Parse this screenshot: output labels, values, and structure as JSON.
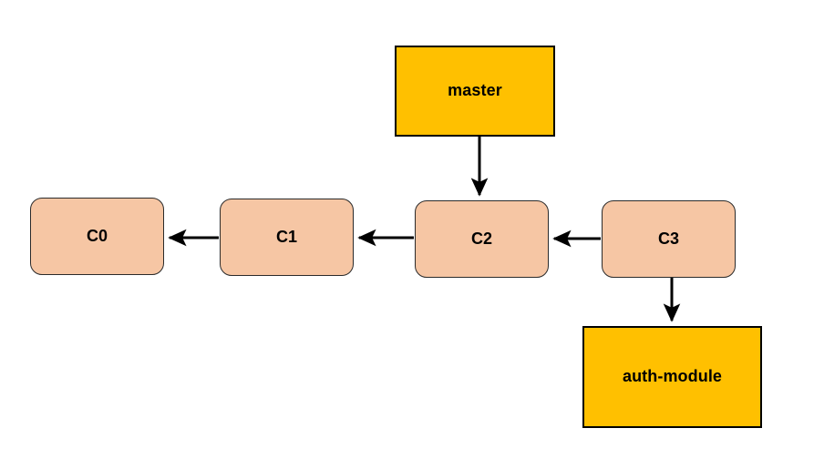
{
  "diagram": {
    "title": "git-branch-commit-graph",
    "background_color": "#ffffff",
    "colors": {
      "branch_fill": "#ffc000",
      "branch_stroke": "#000000",
      "commit_fill": "#f6c6a4",
      "commit_stroke": "#2b2b2b",
      "edge_stroke": "#000000"
    },
    "nodes": {
      "master": {
        "label": "master",
        "shape": "rectangle",
        "fill": "#ffc000"
      },
      "auth_module": {
        "label": "auth-module",
        "shape": "rectangle",
        "fill": "#ffc000"
      },
      "c0": {
        "label": "C0",
        "shape": "rounded-rectangle",
        "fill": "#f6c6a4"
      },
      "c1": {
        "label": "C1",
        "shape": "rounded-rectangle",
        "fill": "#f6c6a4"
      },
      "c2": {
        "label": "C2",
        "shape": "rounded-rectangle",
        "fill": "#f6c6a4"
      },
      "c3": {
        "label": "C3",
        "shape": "rounded-rectangle",
        "fill": "#f6c6a4"
      }
    },
    "edges": [
      {
        "id": "master-to-c2",
        "from": "master",
        "to": "c2",
        "direction": "down"
      },
      {
        "id": "c1-to-c0",
        "from": "c1",
        "to": "c0",
        "direction": "left"
      },
      {
        "id": "c2-to-c1",
        "from": "c2",
        "to": "c1",
        "direction": "left"
      },
      {
        "id": "c3-to-c2",
        "from": "c3",
        "to": "c2",
        "direction": "left"
      },
      {
        "id": "c3-to-auth-module",
        "from": "c3",
        "to": "auth_module",
        "direction": "down"
      }
    ]
  }
}
